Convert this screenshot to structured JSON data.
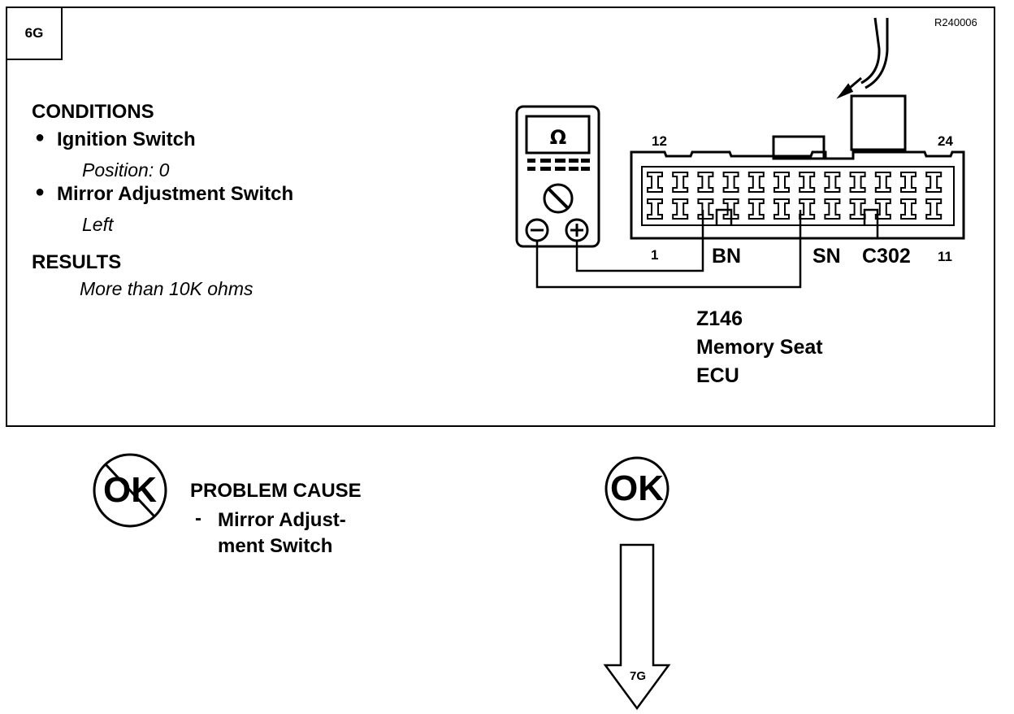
{
  "step": {
    "id": "6G"
  },
  "reference": {
    "code": "R240006"
  },
  "conditions": {
    "heading": "CONDITIONS",
    "items": [
      {
        "label": "Ignition Switch",
        "value": "Position: 0"
      },
      {
        "label": "Mirror Adjustment Switch",
        "value": "Left"
      }
    ]
  },
  "results": {
    "heading": "RESULTS",
    "value": "More than 10K ohms"
  },
  "meter": {
    "symbol": "Ω",
    "minus_icon": "minus-circle-icon",
    "plus_icon": "plus-circle-icon"
  },
  "connector": {
    "pin_top_left": "12",
    "pin_top_right": "24",
    "pin_bottom_left": "1",
    "pin_bottom_right": "11",
    "wire_a": "BN",
    "wire_b": "SN",
    "connector_id": "C302",
    "component_code": "Z146",
    "component_name_line1": "Memory Seat",
    "component_name_line2": "ECU"
  },
  "outcome_fail": {
    "badge": "OK",
    "badge_state": "crossed-out",
    "cause_heading": "PROBLEM CAUSE",
    "cause_bullet": "-",
    "cause_line1": "Mirror Adjust-",
    "cause_line2": "ment Switch"
  },
  "outcome_pass": {
    "badge": "OK",
    "next_step": "7G"
  }
}
